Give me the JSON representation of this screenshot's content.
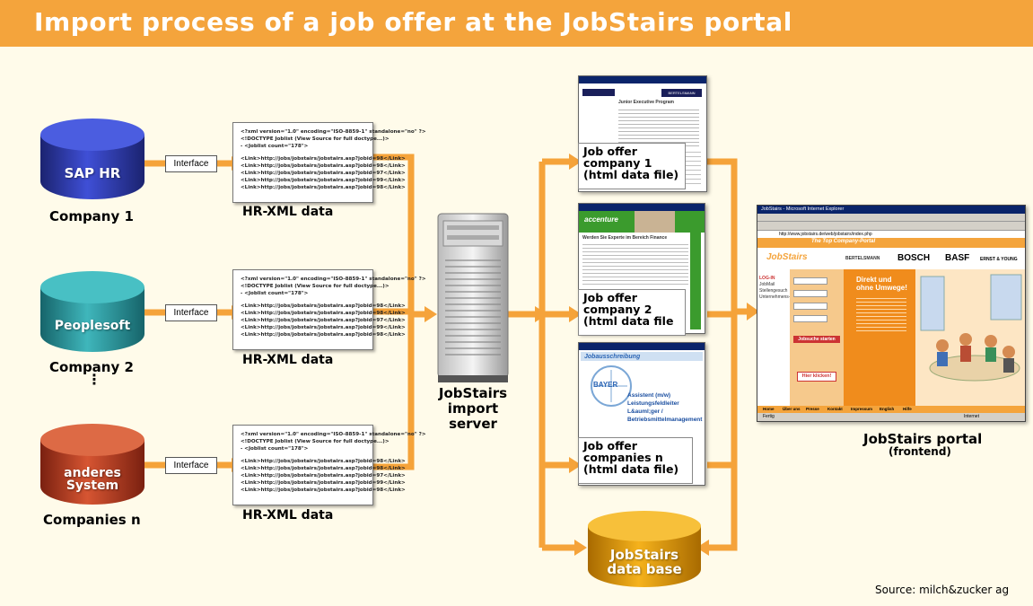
{
  "header": {
    "title": "Import process of a job offer at the JobStairs portal",
    "bg_color": "#f4a43c"
  },
  "colors": {
    "arrow": "#f5a33a",
    "sap": "#2a33a8",
    "peoplesoft": "#2a9aa0",
    "anderes": "#b83a22",
    "database": "#e8a100"
  },
  "systems": [
    {
      "name": "SAP HR",
      "company": "Company 1"
    },
    {
      "name": "Peoplesoft",
      "company": "Company 2"
    },
    {
      "name_line1": "anderes",
      "name_line2": "System",
      "company": "Companies n"
    }
  ],
  "ellipsis": "⋮",
  "interface_label": "Interface",
  "hr_xml_label": "HR-XML data",
  "xml_lines": [
    "<?xml version=\"1.0\" encoding=\"ISO-8859-1\" standalone=\"no\" ?>",
    "<!DOCTYPE Joblist (View Source for full doctype...)>",
    "- <Joblist count=\"178\">",
    "<Link>http://jobs/jobstairs/jobstairs.asp?jobid=98</Link>",
    "<Link>http://jobs/jobstairs/jobstairs.asp?jobid=98</Link>",
    "<Link>http://jobs/jobstairs/jobstairs.asp?jobid=97</Link>",
    "<Link>http://jobs/jobstairs/jobstairs.asp?jobid=99</Link>",
    "<Link>http://jobs/jobstairs/jobstairs.asp?jobid=98</Link>"
  ],
  "server": {
    "line1": "JobStairs",
    "line2": "import",
    "line3": "server"
  },
  "job_offers": [
    {
      "line1": "Job offer",
      "line2": "company 1",
      "line3": "(html data file)",
      "brand": "BERTELSMANN",
      "heading": "Junior Executive Program"
    },
    {
      "line1": "Job offer",
      "line2": "company 2",
      "line3": "(html data file",
      "brand": "accenture",
      "heading": "Werden Sie Experte im Bereich Finance"
    },
    {
      "line1": "Job offer",
      "line2": "companies n",
      "line3": "(html data file)",
      "brand": "BAYER",
      "heading": "Jobausschreibung",
      "sub": [
        "Assistent (m/w)",
        "Leistungsfeldleiter",
        "L&auml;ger /",
        "Betriebsmittelmanagement"
      ]
    }
  ],
  "database": {
    "line1": "JobStairs",
    "line2": "data base"
  },
  "portal": {
    "label_line1": "JobStairs portal",
    "label_line2": "(frontend)",
    "window_title": "JobStairs - Microsoft Internet Explorer",
    "address": "http://www.jobstairs.de/web/jobstairs/index.php",
    "banner": "The Top Company-Portal",
    "logo": "JobStairs",
    "brands": [
      "BERTELSMANN",
      "BOSCH",
      "BASF",
      "ERNST & YOUNG"
    ],
    "tagline_line1": "Direkt und",
    "tagline_line2": "ohne Umwege!",
    "search_button": "Jobsuche starten",
    "hire_button": "Hier klicken!",
    "nav": [
      "LOG-IN",
      "JobMail",
      "Stellengesuch",
      "Unternehmens-profile"
    ],
    "footer": [
      "Home",
      "Über uns",
      "Presse",
      "Kontakt",
      "Impressum",
      "English",
      "Hilfe"
    ],
    "status": "Fertig",
    "zone": "Internet"
  },
  "source": "Source: milch&zucker ag"
}
